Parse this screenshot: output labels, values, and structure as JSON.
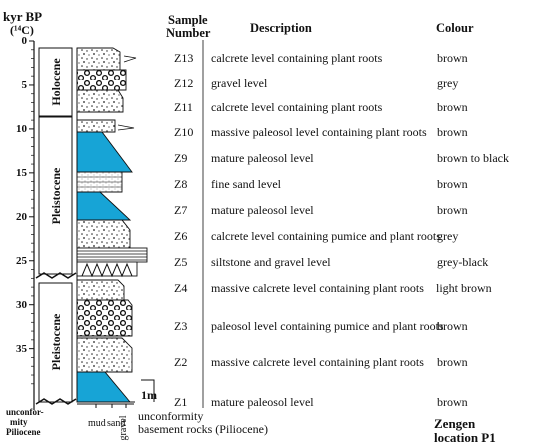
{
  "axis": {
    "title_line1": "kyr BP",
    "title_line2": "(¹⁴C)",
    "ticks": [
      {
        "label": "0",
        "value": 0
      },
      {
        "label": "5",
        "value": 5
      },
      {
        "label": "10",
        "value": 10
      },
      {
        "label": "15",
        "value": 15
      },
      {
        "label": "20",
        "value": 20
      },
      {
        "label": "25",
        "value": 25
      },
      {
        "label": "30",
        "value": 30
      },
      {
        "label": "35",
        "value": 35
      }
    ]
  },
  "epochs": [
    {
      "label": "Holocene"
    },
    {
      "label": "Pleistocene"
    },
    {
      "label": "Pleistocene"
    }
  ],
  "headers": {
    "sample_line1": "Sample",
    "sample_line2": "Number",
    "description": "Description",
    "colour": "Colour"
  },
  "samples": [
    {
      "id": "Z13",
      "description": "calcrete level containing plant roots",
      "colour": "brown",
      "lithology": "calcrete"
    },
    {
      "id": "Z12",
      "description": "gravel level",
      "colour": "grey",
      "lithology": "gravel"
    },
    {
      "id": "Z11",
      "description": "calcrete level containing plant roots",
      "colour": "brown",
      "lithology": "calcrete"
    },
    {
      "id": "Z10",
      "description": "massive paleosol level containing plant roots",
      "colour": "brown",
      "lithology": "calcrete"
    },
    {
      "id": "Z9",
      "description": "mature paleosol level",
      "colour": "brown to black",
      "lithology": "paleosol"
    },
    {
      "id": "Z8",
      "description": "fine sand level",
      "colour": "brown",
      "lithology": "sand"
    },
    {
      "id": "Z7",
      "description": "mature paleosol level",
      "colour": "brown",
      "lithology": "paleosol"
    },
    {
      "id": "Z6",
      "description": "calcrete level containing pumice and plant roots",
      "colour": "grey",
      "lithology": "calcrete"
    },
    {
      "id": "Z5",
      "description": "siltstone and gravel level",
      "colour": "grey-black",
      "lithology": "siltstone-gravel"
    },
    {
      "id": "Z4",
      "description": "massive calcrete level containing plant roots",
      "colour": "light brown",
      "lithology": "calcrete"
    },
    {
      "id": "Z3",
      "description": "paleosol level containing pumice and plant roots",
      "colour": "brown",
      "lithology": "gravel"
    },
    {
      "id": "Z2",
      "description": "massive calcrete level containing plant roots",
      "colour": "brown",
      "lithology": "calcrete"
    },
    {
      "id": "Z1",
      "description": "mature paleosol level",
      "colour": "brown",
      "lithology": "paleosol"
    }
  ],
  "bottom": {
    "unconformity_small_1": "unconfor-",
    "unconformity_small_2": "mity",
    "unconformity_small_3": "Piliocene",
    "grain_mud": "mud",
    "grain_sand": "sand",
    "grain_gravel": "gravel",
    "unconformity": "unconformity",
    "basement": "basement rocks (Piliocene)",
    "location_line1": "Zengen",
    "location_line2": "location P1",
    "scale_label": "1m"
  },
  "colors": {
    "paleosol": "#17a4d6",
    "line": "#111111",
    "background": "#ffffff"
  }
}
